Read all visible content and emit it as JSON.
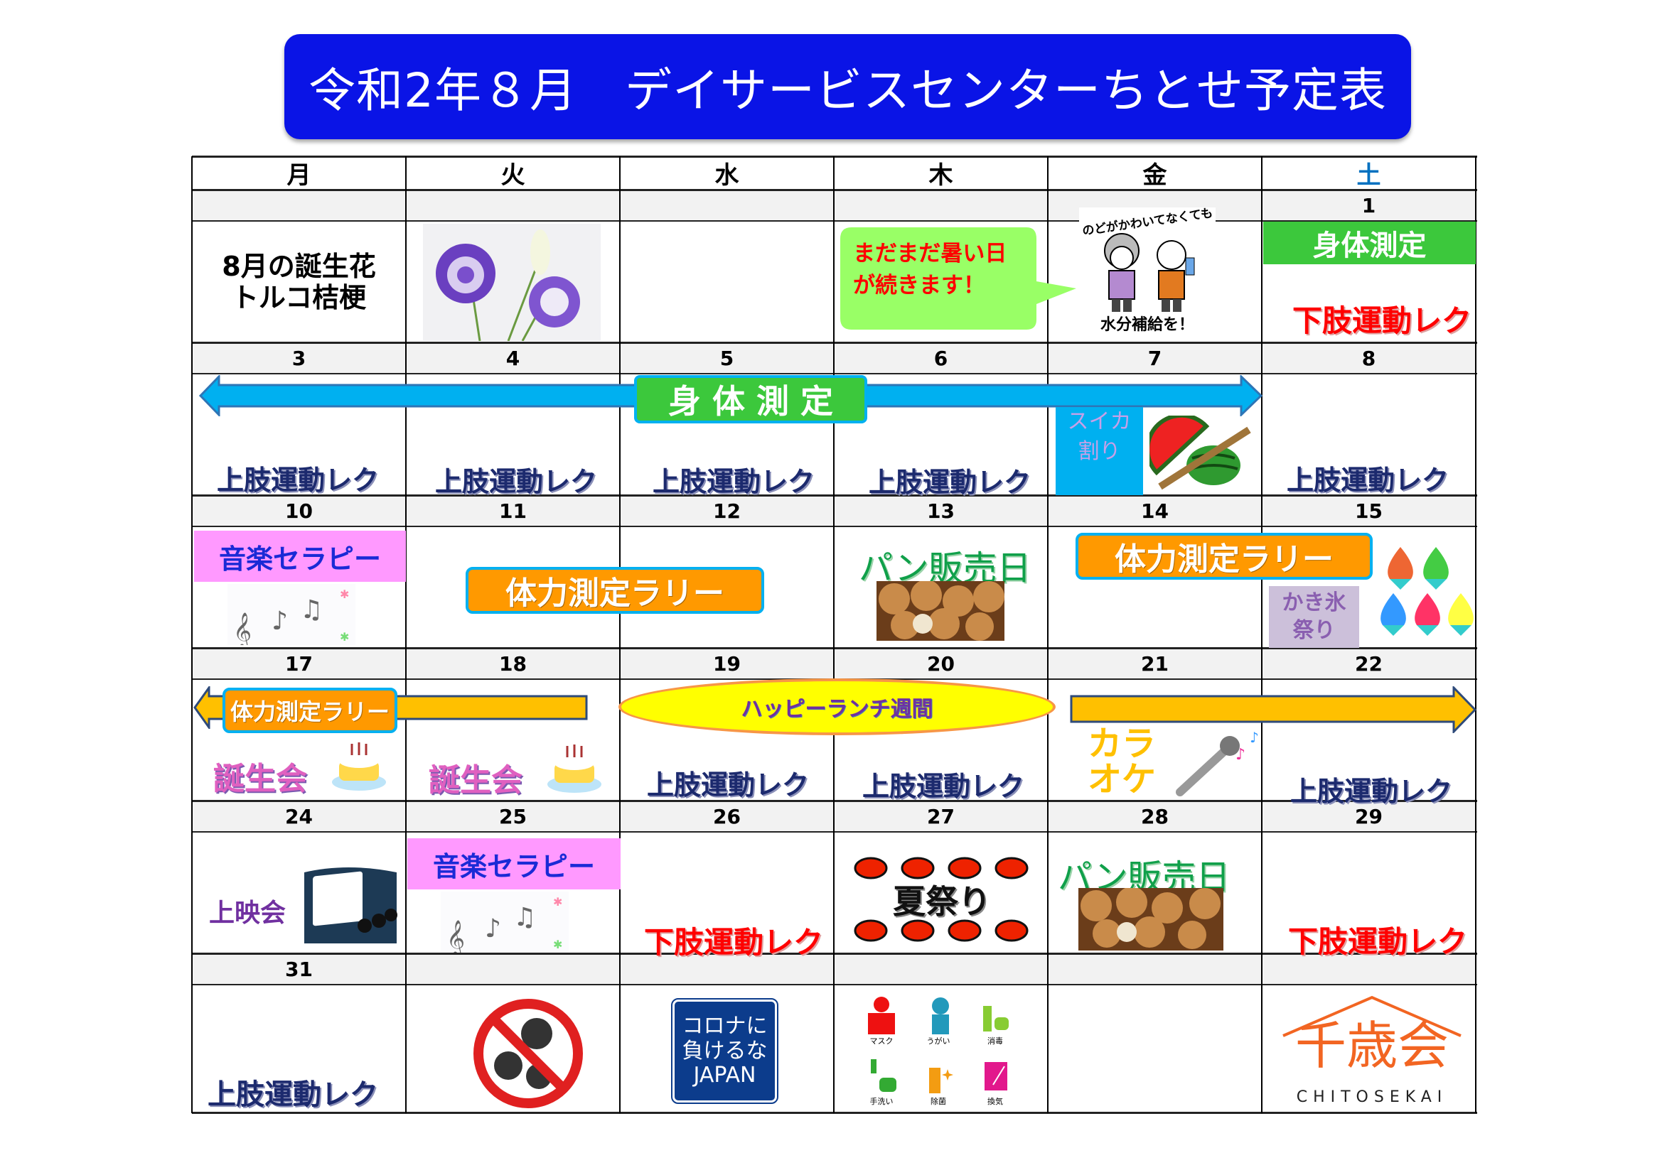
{
  "title": "令和2年８月　デイサービスセンターちとせ予定表",
  "weekdays": [
    "月",
    "火",
    "水",
    "木",
    "金",
    "土"
  ],
  "weekday_colors": [
    "#000000",
    "#000000",
    "#000000",
    "#000000",
    "#000000",
    "#0070c0"
  ],
  "weeks": [
    {
      "dates": [
        "",
        "",
        "",
        "",
        "",
        "1"
      ]
    },
    {
      "dates": [
        "3",
        "4",
        "5",
        "6",
        "7",
        "8"
      ]
    },
    {
      "dates": [
        "10",
        "11",
        "12",
        "13",
        "14",
        "15"
      ]
    },
    {
      "dates": [
        "17",
        "18",
        "19",
        "20",
        "21",
        "22"
      ]
    },
    {
      "dates": [
        "24",
        "25",
        "26",
        "27",
        "28",
        "29"
      ]
    },
    {
      "dates": [
        "31",
        "",
        "",
        "",
        "",
        ""
      ]
    }
  ],
  "week1": {
    "birth_flower_line1": "8月の誕生花",
    "birth_flower_line2": "トルコ桔梗",
    "bubble_line1": "まだまだ暑い日",
    "bubble_line2": "が続きます！",
    "hydration_top": "のどがかわいてなくても",
    "hydration_bottom": "水分補給を！",
    "sat_banner": "身体測定",
    "sat_activity": "下肢運動レク"
  },
  "week2": {
    "banner": "身 体 測 定",
    "activities": [
      "上肢運動レク",
      "上肢運動レク",
      "上肢運動レク",
      "上肢運動レク",
      "上肢運動レク"
    ],
    "suika_line1": "スイカ",
    "suika_line2": "割り"
  },
  "week3": {
    "music_therapy": "音楽セラピー",
    "rally": "体力測定ラリー",
    "bread_day": "パン販売日",
    "rally2": "体力測定ラリー",
    "kakigori_line1": "かき氷",
    "kakigori_line2": "祭り"
  },
  "week4": {
    "rally": "体力測定ラリー",
    "happy_lunch": "ハッピーランチ週間",
    "birthday_mon": "誕生会",
    "birthday_tue": "誕生会",
    "activity_wed": "上肢運動レク",
    "activity_thu": "上肢運動レク",
    "karaoke_line1": "カラ",
    "karaoke_line2": "オケ",
    "activity_sat": "上肢運動レク"
  },
  "week5": {
    "movie": "上映会",
    "music_therapy": "音楽セラピー",
    "activity_wed": "下肢運動レク",
    "summer_festival": "夏祭り",
    "bread_day": "パン販売日",
    "activity_sat": "下肢運動レク"
  },
  "week6": {
    "activity_mon": "上肢運動レク",
    "corona_line1": "コロナに",
    "corona_line2": "負けるな",
    "corona_line3": "JAPAN",
    "hygiene_labels": [
      "マスク",
      "うがい",
      "消毒",
      "手洗い",
      "除菌",
      "換気"
    ],
    "logo_kanji": "千歳会",
    "logo_text": "CHITOSEKAI"
  },
  "colors": {
    "title_bg": "#0a14e6",
    "blue_arrow": "#00b0f0",
    "orange_arrow": "#ffc000",
    "green_banner": "#3cc83c"
  }
}
